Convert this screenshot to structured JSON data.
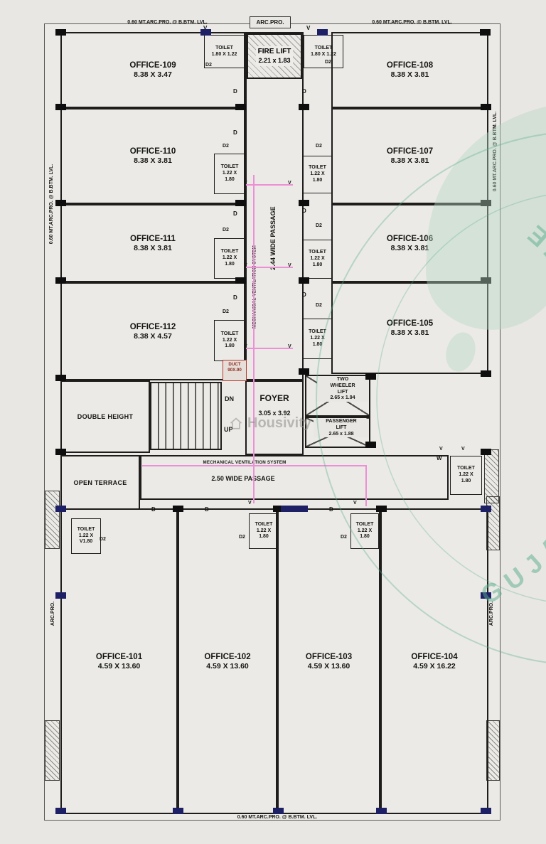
{
  "edge_notes": {
    "text": "0.60 MT.ARC.PRO. @ B.BTM. LVL.",
    "arc_pro": "ARC.PRO."
  },
  "markers": {
    "v": "V",
    "d": "D",
    "d2": "D2",
    "w": "W"
  },
  "stairwell": {
    "dn": "DN",
    "up": "UP"
  },
  "core": {
    "fire_lift_name": "FIRE LIFT",
    "fire_lift_size": "2.21 x 1.83",
    "passage_vertical": "2.44 WIDE PASSAGE",
    "mech_vent": "MECHANICAL VENTILATION SYSTEM",
    "foyer_name": "FOYER",
    "foyer_size": "3.05 x 3.92",
    "duct_name": "DUCT",
    "duct_size": "90X.90",
    "double_height": "DOUBLE HEIGHT",
    "open_terrace": "OPEN TERRACE",
    "passage_horizontal": "2.50 WIDE PASSAGE",
    "two_wheeler": {
      "l1": "TWO",
      "l2": "WHEELER",
      "l3": "LIFT",
      "size": "2.65 x 1.94"
    },
    "passenger": {
      "l1": "PASSENGER",
      "l2": "LIFT",
      "size": "2.65 x 1.88"
    }
  },
  "toilet": {
    "label": "TOILET",
    "size_wide": "1.80 X 1.22",
    "tall_line1": "1.22 X",
    "tall_line2": "1.80",
    "tall_line2_vented": "V1.80"
  },
  "offices": {
    "upper_left": [
      {
        "name": "OFFICE-109",
        "size": "8.38 X 3.47"
      },
      {
        "name": "OFFICE-110",
        "size": "8.38 X 3.81"
      },
      {
        "name": "OFFICE-111",
        "size": "8.38 X 3.81"
      },
      {
        "name": "OFFICE-112",
        "size": "8.38 X 4.57"
      }
    ],
    "upper_right": [
      {
        "name": "OFFICE-108",
        "size": "8.38 X 3.81"
      },
      {
        "name": "OFFICE-107",
        "size": "8.38 X 3.81"
      },
      {
        "name": "OFFICE-106",
        "size": "8.38 X 3.81"
      },
      {
        "name": "OFFICE-105",
        "size": "8.38 X 3.81"
      }
    ],
    "lower": [
      {
        "name": "OFFICE-101",
        "size": "4.59 X 13.60"
      },
      {
        "name": "OFFICE-102",
        "size": "4.59 X 13.60"
      },
      {
        "name": "OFFICE-103",
        "size": "4.59 X 13.60"
      },
      {
        "name": "OFFICE-104",
        "size": "4.59 X 16.22"
      }
    ]
  },
  "watermark": {
    "arc_text": "GUJARAT REAL ESTATE",
    "brand": "Housivity",
    "green": "#57ab8c",
    "gray": "#8d8d8b"
  }
}
